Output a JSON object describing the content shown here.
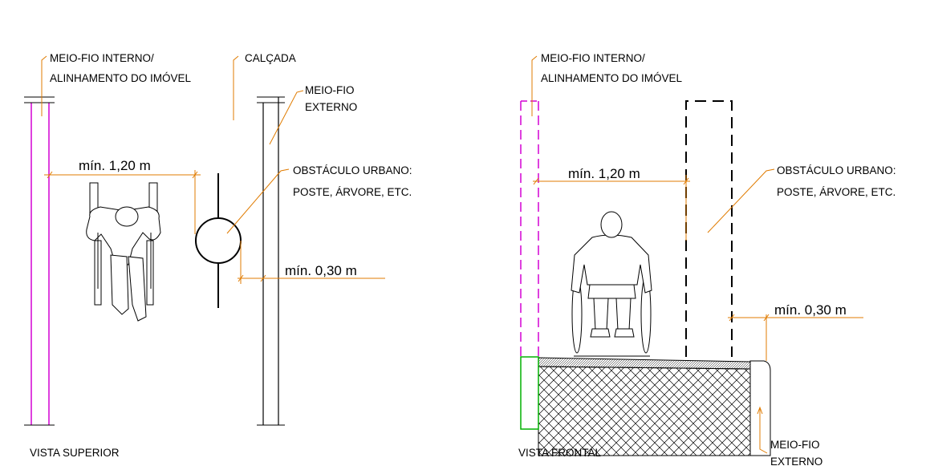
{
  "top_view": {
    "caption": "VISTA SUPERIOR",
    "label_inner_curb_1": "MEIO-FIO INTERNO/",
    "label_inner_curb_2": "ALINHAMENTO DO IMÓVEL",
    "label_sidewalk": "CALÇADA",
    "label_outer_curb_1": "MEIO-FIO",
    "label_outer_curb_2": "EXTERNO",
    "label_obstacle_1": "OBSTÁCULO URBANO:",
    "label_obstacle_2": "POSTE, ÁRVORE, ETC.",
    "dim_clear_width": "mín. 1,20 m",
    "dim_curb_gap": "mín. 0,30 m"
  },
  "front_view": {
    "caption": "VISTA FRONTAL",
    "label_inner_curb_1": "MEIO-FIO INTERNO/",
    "label_inner_curb_2": "ALINHAMENTO DO IMÓVEL",
    "label_obstacle_1": "OBSTÁCULO URBANO:",
    "label_obstacle_2": "POSTE, ÁRVORE, ETC.",
    "label_outer_curb_1": "MEIO-FIO",
    "label_outer_curb_2": "EXTERNO",
    "dim_clear_width": "mín. 1,20 m",
    "dim_curb_gap": "mín. 0,30 m"
  },
  "colors": {
    "inner_curb_line": "#d400d4",
    "leader_lines": "#e07b00",
    "curb_block": "#00b000"
  },
  "icons": [
    "wheelchair-user-top-icon",
    "wheelchair-user-front-icon"
  ]
}
